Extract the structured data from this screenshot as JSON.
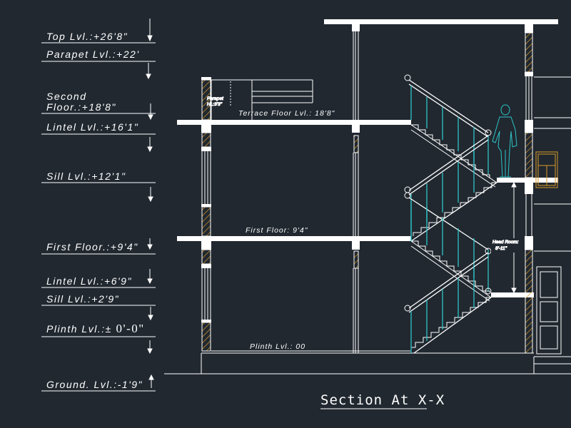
{
  "drawing": {
    "title": "Section At X-X",
    "colors": {
      "background": "#212830",
      "line": "#ffffff",
      "hatch": "#d89a2a",
      "railing": "#2ec4c8"
    },
    "levels": [
      {
        "id": "top",
        "label": "Top Lvl.:+26'8\""
      },
      {
        "id": "parapet",
        "label": "Parapet Lvl.:+22'"
      },
      {
        "id": "second",
        "label_line1": "Second",
        "label_line2": "Floor.:+18'8\""
      },
      {
        "id": "lintel-upper",
        "label": "Lintel Lvl.:+16'1\""
      },
      {
        "id": "sill-upper",
        "label": "Sill Lvl.:+12'1\""
      },
      {
        "id": "first",
        "label": "First Floor.:+9'4\""
      },
      {
        "id": "lintel-lower",
        "label": "Lintel Lvl.:+6'9\""
      },
      {
        "id": "sill-lower",
        "label": "Sill Lvl.:+2'9\""
      },
      {
        "id": "plinth",
        "label_prefix": "Plinth Lvl.:±",
        "label_value": " 0'-0\""
      },
      {
        "id": "ground",
        "label": "Ground. Lvl.:-1'9\""
      }
    ],
    "floor_labels": {
      "terrace": "Terrace Floor Lvl.: 18'8\"",
      "first": "First Floor: 9'4\"",
      "plinth": "Plinth Lvl.: 00"
    },
    "annotations": {
      "parapet_line1": "Parapet",
      "parapet_line2": "Ht.:3'3\"",
      "headroom_line1": "Head Room:",
      "headroom_line2": "8'-11\""
    }
  }
}
